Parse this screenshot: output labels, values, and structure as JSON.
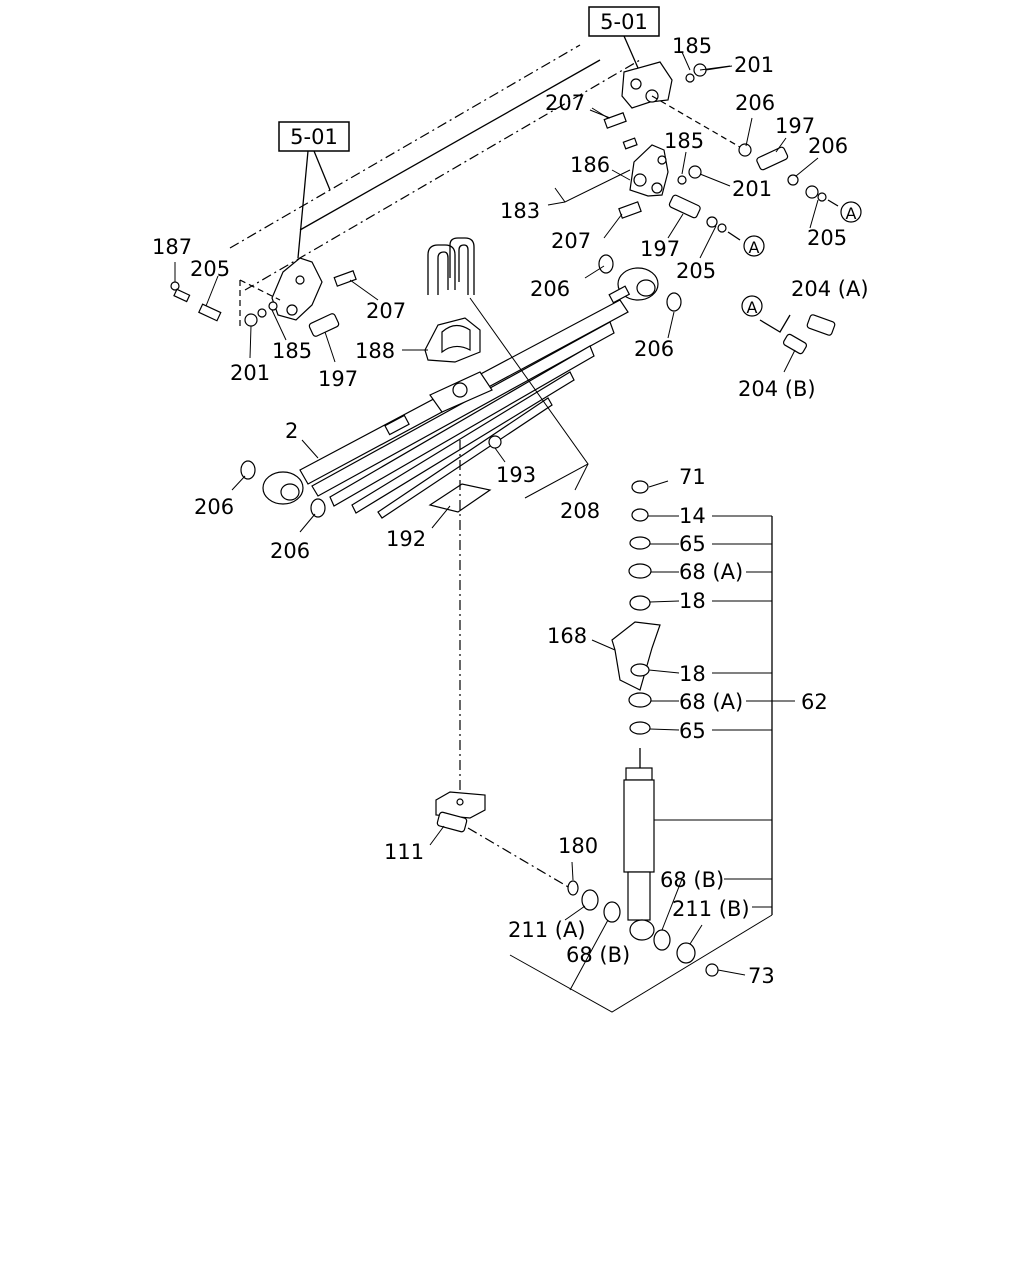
{
  "refs": {
    "top": "5-01",
    "left": "5-01"
  },
  "callouts": {
    "p185a": "185",
    "p201a": "201",
    "p207a": "207",
    "p206a": "206",
    "p197a": "197",
    "p206b": "206",
    "p186": "186",
    "p185b": "185",
    "p201b": "201",
    "p183": "183",
    "p205a": "205",
    "p207b": "207",
    "p197b": "197",
    "p205b": "205",
    "p187": "187",
    "p205c": "205",
    "p207c": "207",
    "p206c": "206",
    "p204a": "204 (A)",
    "p201c": "201",
    "p185c": "185",
    "p197c": "197",
    "p188": "188",
    "p206d": "206",
    "p204b": "204 (B)",
    "p2": "2",
    "p193": "193",
    "p71": "71",
    "p206e": "206",
    "p208": "208",
    "p14": "14",
    "p206f": "206",
    "p192": "192",
    "p65a": "65",
    "p68a1": "68 (A)",
    "p18a": "18",
    "p168": "168",
    "p18b": "18",
    "p68a2": "68 (A)",
    "p62": "62",
    "p65b": "65",
    "p180": "180",
    "p111": "111",
    "p68b1": "68 (B)",
    "p211b": "211 (B)",
    "p211a": "211 (A)",
    "p68b2": "68 (B)",
    "p73": "73"
  },
  "circle_refs": {
    "a1": "A",
    "a2": "A",
    "a3": "A"
  }
}
